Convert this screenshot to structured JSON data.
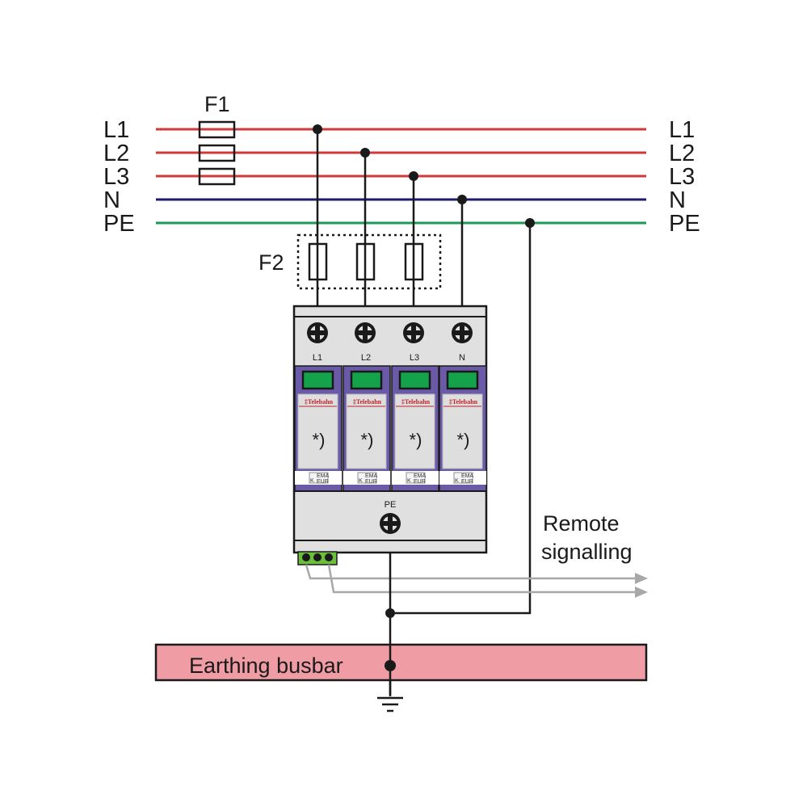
{
  "diagram": {
    "fuse_f1_label": "F1",
    "fuse_f2_label": "F2",
    "lines_left": [
      "L1",
      "L2",
      "L3",
      "N",
      "PE"
    ],
    "lines_right": [
      "L1",
      "L2",
      "L3",
      "N",
      "PE"
    ],
    "colors": {
      "phase": "#d03a3a",
      "neutral": "#1c1c6e",
      "pe": "#1a9a55",
      "device_body": "#e0e0e0",
      "module_frame": "#6a5aa8",
      "indicator": "#14a24a",
      "busbar": "#f09ca4",
      "signal": "#a8a8a8"
    },
    "device": {
      "terminal_labels": [
        "L1",
        "L2",
        "L3",
        "N"
      ],
      "modules": [
        {
          "brand": "Telebahn",
          "mark": "*)",
          "cert_top": "EMA",
          "cert_bottom": "EUR",
          "cert_k": "K"
        },
        {
          "brand": "Telebahn",
          "mark": "*)",
          "cert_top": "EMA",
          "cert_bottom": "EUR",
          "cert_k": "K"
        },
        {
          "brand": "Telebahn",
          "mark": "*)",
          "cert_top": "EMA",
          "cert_bottom": "EUR",
          "cert_k": "K"
        },
        {
          "brand": "Telebahn",
          "mark": "*)",
          "cert_top": "EMA",
          "cert_bottom": "EUR",
          "cert_k": "K"
        }
      ],
      "pe_terminal_label": "PE"
    },
    "remote_signalling_line1": "Remote",
    "remote_signalling_line2": "signalling",
    "busbar_label": "Earthing busbar"
  }
}
